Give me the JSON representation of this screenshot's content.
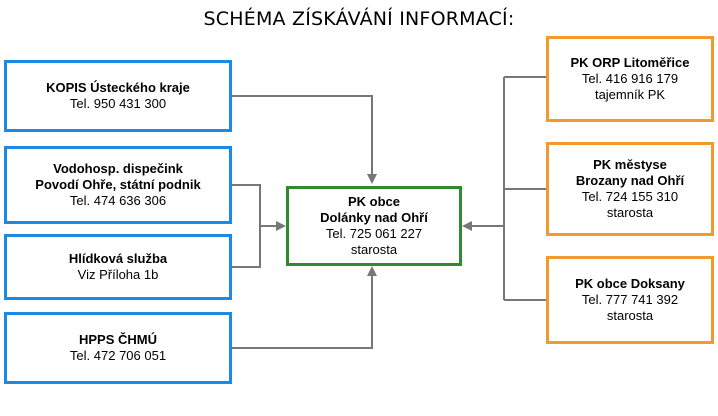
{
  "title": "SCHÉMA ZÍSKÁVÁNÍ INFORMACÍ:",
  "colors": {
    "left_border": "#1e88e5",
    "right_border": "#f29a2e",
    "center_border": "#2e8b2e",
    "connector": "#777777"
  },
  "left_boxes": [
    {
      "lines": [
        "KOPIS Ústeckého kraje",
        "Tel. 950 431 300"
      ]
    },
    {
      "lines": [
        "Vodohosp. dispečink",
        "Povodí Ohře, státní podnik",
        "Tel. 474 636 306"
      ]
    },
    {
      "lines": [
        "Hlídková služba",
        "Viz Příloha 1b"
      ]
    },
    {
      "lines": [
        "HPPS ČHMÚ",
        "Tel. 472 706 051"
      ]
    }
  ],
  "center_box": {
    "lines": [
      "PK obce",
      "Dolánky nad Ohří",
      "Tel. 725 061 227",
      "starosta"
    ]
  },
  "right_boxes": [
    {
      "lines": [
        "PK ORP Litoměřice",
        "Tel.  416 916 179",
        "tajemník PK"
      ]
    },
    {
      "lines": [
        "PK městyse",
        "Brozany nad Ohří",
        "Tel. 724 155 310",
        "starosta"
      ]
    },
    {
      "lines": [
        "PK obce Doksany",
        "Tel. 777 741 392",
        "starosta"
      ]
    }
  ]
}
